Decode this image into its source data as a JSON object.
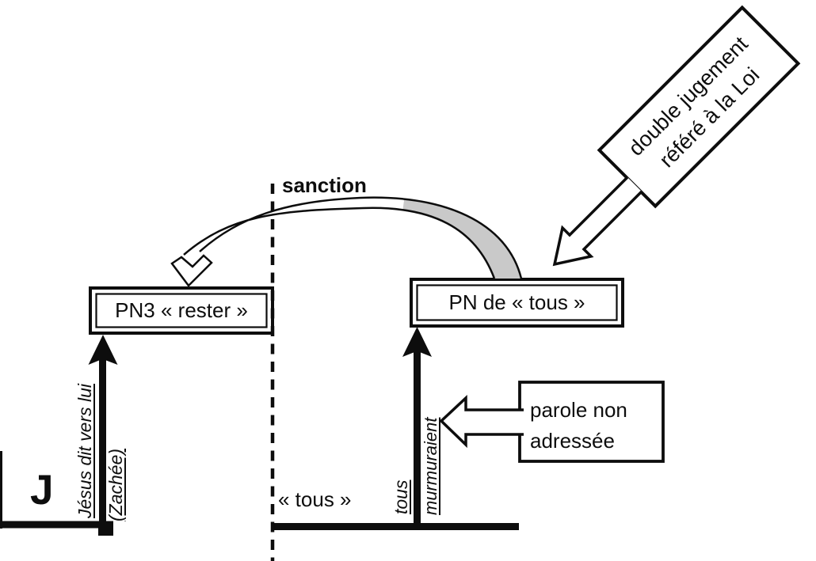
{
  "figure": {
    "title_note": {
      "line1": "double jugement",
      "line2": "référé à la Loi"
    },
    "sanction_label": "sanction",
    "pn3_box_label": "PN3 « rester »",
    "pn_tous_box_label": "PN de « tous »",
    "parole_box": {
      "line1": "parole non",
      "line2": "adressée"
    },
    "subject_j_label": "J",
    "left_arrow": {
      "caption": "Jésus dit vers lui",
      "subcaption": "(Zachée)"
    },
    "bottom_tous_label": "« tous »",
    "right_arrow": {
      "caption_left": "tous",
      "caption_right": "murmuraient"
    },
    "colors": {
      "ink": "#0d0d0d",
      "band_gray": "#c9c9c9",
      "background": "#ffffff"
    }
  }
}
